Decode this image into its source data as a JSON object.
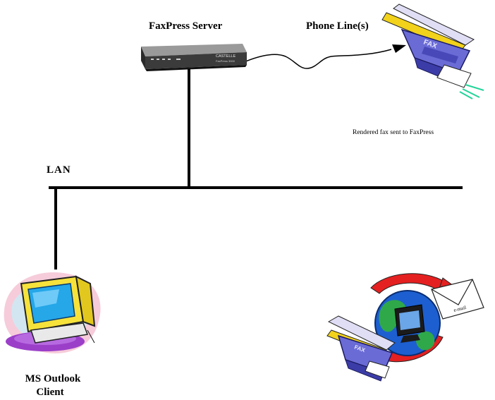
{
  "labels": {
    "server": "FaxPress Server",
    "phone": "Phone Line(s)",
    "rendered": "Rendered fax sent to FaxPress",
    "lan": "LAN",
    "client_line1": "MS Outlook",
    "client_line2": "Client"
  },
  "device": {
    "brand": "CASTELLE",
    "model": "FaxPress 3000"
  },
  "fax": {
    "text": "FAX"
  },
  "envelope": {
    "text": "e-mail"
  },
  "colors": {
    "line": "#000000",
    "fax_body": "#6b6bd6",
    "fax_paper": "#ffffff",
    "fax_accent": "#f2d21a",
    "fax_signal": "#22d39a",
    "monitor_case": "#f6e23a",
    "monitor_screen": "#25a7e8",
    "monitor_base": "#9b3fc9",
    "cloud": "#f5c6d6",
    "globe_ocean": "#1d5fd0",
    "globe_land": "#2fa84a",
    "arrow": "#e42020"
  },
  "icons": [
    "faxpress-server-icon",
    "fax-machine-icon",
    "computer-icon",
    "email-globe-icon"
  ]
}
